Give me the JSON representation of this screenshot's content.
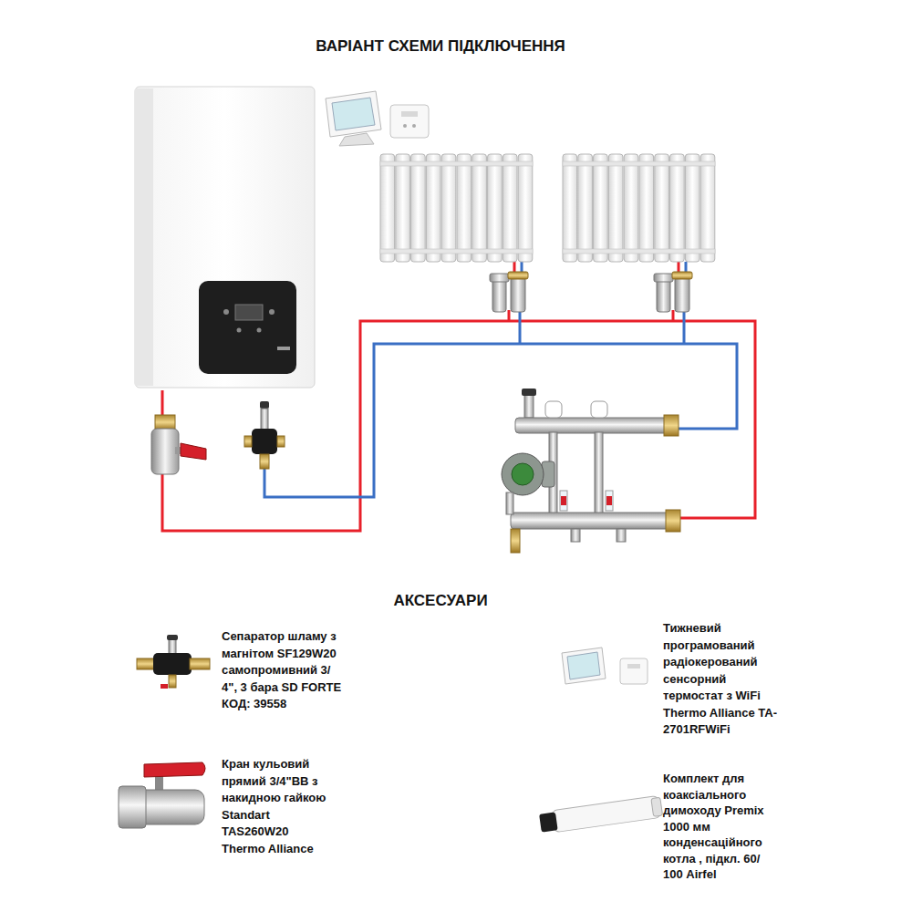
{
  "diagram": {
    "title": "ВАРІАНТ СХЕМИ ПІДКЛЮЧЕННЯ",
    "labels": [
      "АКСЕСУАРИ",
      "Сепаратор шламу з магнітом SF129W20 самопромивний 3/ 4\", 3 бара SD FORTE КОД: 39558",
      "Тижневий програмований радіокерований сенсорний термостат з WiFi Thermo Alliance TA-2701RFWiFi",
      "Кран кульовий прямий 3/4\"ВВ з накидною гайкою Standart TAS260W20 Thermo Alliance",
      "Комплект для коаксіального димоходу Premix 1000 мм конденсаційного котла , підкл. 60/ 100 Airfel"
    ]
  }
}
